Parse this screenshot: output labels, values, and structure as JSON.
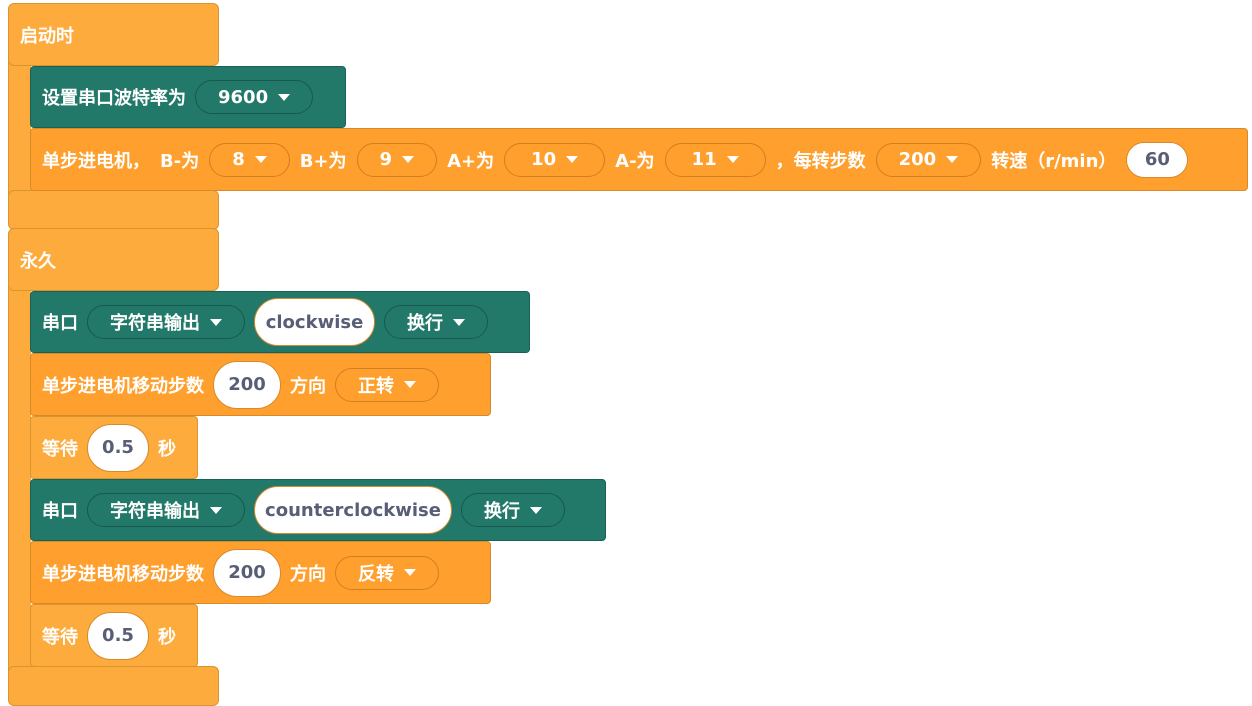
{
  "setup": {
    "label": "启动时",
    "baud": {
      "label": "设置串口波特率为",
      "value": "9600"
    },
    "stepper": {
      "label": "单步进电机，",
      "bm_label": "B-为",
      "bm": "8",
      "bp_label": "B+为",
      "bp": "9",
      "ap_label": "A+为",
      "ap": "10",
      "am_label": "A-为",
      "am": "11",
      "steps_label": "，每转步数",
      "steps": "200",
      "speed_label": "转速（r/min）",
      "speed": "60"
    }
  },
  "loop": {
    "label": "永久",
    "blocks": [
      {
        "serial": "串口",
        "mode": "字符串输出",
        "text": "clockwise",
        "newline": "换行"
      },
      {
        "move": "单步进电机移动步数",
        "steps": "200",
        "dir_label": "方向",
        "dir": "正转"
      },
      {
        "wait": "等待",
        "value": "0.5",
        "unit": "秒"
      },
      {
        "serial": "串口",
        "mode": "字符串输出",
        "text": "counterclockwise",
        "newline": "换行"
      },
      {
        "move": "单步进电机移动步数",
        "steps": "200",
        "dir_label": "方向",
        "dir": "反转"
      },
      {
        "wait": "等待",
        "value": "0.5",
        "unit": "秒"
      }
    ]
  },
  "colors": {
    "event": "#fdab3c",
    "serial": "#22796a",
    "motor": "#ff9f2e"
  }
}
